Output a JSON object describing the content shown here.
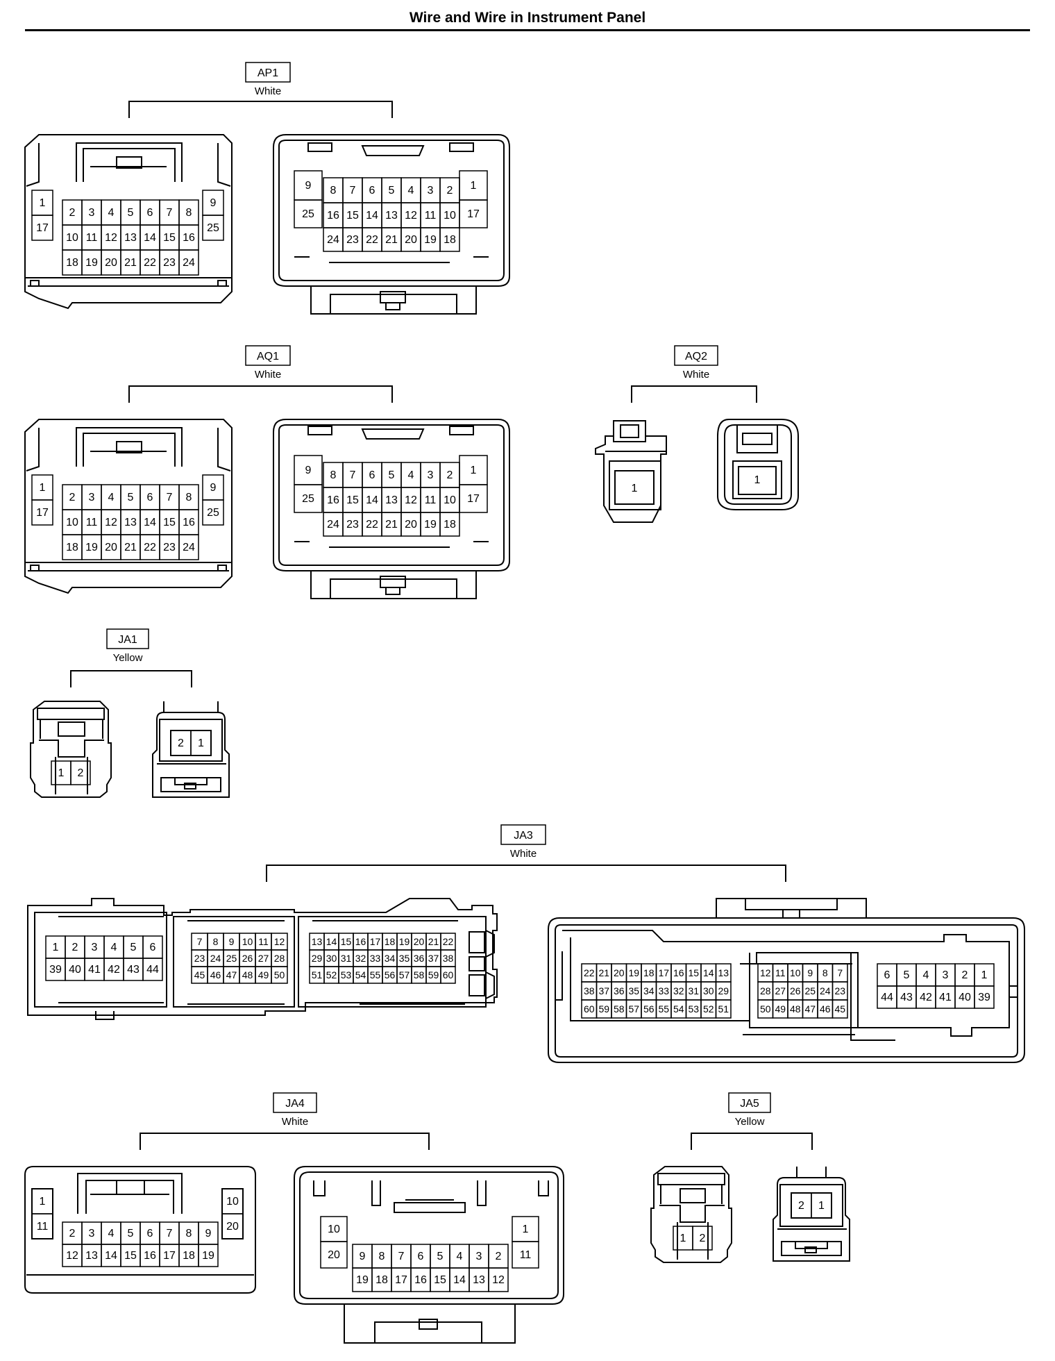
{
  "page": {
    "title": "Wire and Wire in Instrument Panel"
  },
  "connectors": [
    {
      "id": "AP1",
      "color": "White",
      "female": {
        "rows": [
          [
            "1",
            "2",
            "3",
            "4",
            "5",
            "6",
            "7",
            "8",
            "9"
          ],
          [
            "17",
            "10",
            "11",
            "12",
            "13",
            "14",
            "15",
            "16",
            "25"
          ],
          [
            "18",
            "19",
            "20",
            "21",
            "22",
            "23",
            "24"
          ]
        ]
      },
      "male": {
        "rows": [
          [
            "9",
            "8",
            "7",
            "6",
            "5",
            "4",
            "3",
            "2",
            "1"
          ],
          [
            "25",
            "16",
            "15",
            "14",
            "13",
            "12",
            "11",
            "10",
            "17"
          ],
          [
            "24",
            "23",
            "22",
            "21",
            "20",
            "19",
            "18"
          ]
        ]
      }
    },
    {
      "id": "AQ1",
      "color": "White",
      "female": {
        "rows": [
          [
            "1",
            "2",
            "3",
            "4",
            "5",
            "6",
            "7",
            "8",
            "9"
          ],
          [
            "17",
            "10",
            "11",
            "12",
            "13",
            "14",
            "15",
            "16",
            "25"
          ],
          [
            "18",
            "19",
            "20",
            "21",
            "22",
            "23",
            "24"
          ]
        ]
      },
      "male": {
        "rows": [
          [
            "9",
            "8",
            "7",
            "6",
            "5",
            "4",
            "3",
            "2",
            "1"
          ],
          [
            "25",
            "16",
            "15",
            "14",
            "13",
            "12",
            "11",
            "10",
            "17"
          ],
          [
            "24",
            "23",
            "22",
            "21",
            "20",
            "19",
            "18"
          ]
        ]
      }
    },
    {
      "id": "AQ2",
      "color": "White",
      "female": {
        "rows": [
          [
            "1"
          ]
        ]
      },
      "male": {
        "rows": [
          [
            "1"
          ]
        ]
      }
    },
    {
      "id": "JA1",
      "color": "Yellow",
      "female": {
        "rows": [
          [
            "1",
            "2"
          ]
        ]
      },
      "male": {
        "rows": [
          [
            "2",
            "1"
          ]
        ]
      }
    },
    {
      "id": "JA3",
      "color": "White",
      "female": {
        "groups": [
          [
            [
              "1",
              "2",
              "3",
              "4",
              "5",
              "6"
            ],
            [
              "39",
              "40",
              "41",
              "42",
              "43",
              "44"
            ]
          ],
          [
            [
              "7",
              "8",
              "9",
              "10",
              "11",
              "12"
            ],
            [
              "23",
              "24",
              "25",
              "26",
              "27",
              "28"
            ],
            [
              "45",
              "46",
              "47",
              "48",
              "49",
              "50"
            ]
          ],
          [
            [
              "13",
              "14",
              "15",
              "16",
              "17",
              "18",
              "19",
              "20",
              "21",
              "22"
            ],
            [
              "29",
              "30",
              "31",
              "32",
              "33",
              "34",
              "35",
              "36",
              "37",
              "38"
            ],
            [
              "51",
              "52",
              "53",
              "54",
              "55",
              "56",
              "57",
              "58",
              "59",
              "60"
            ]
          ]
        ]
      },
      "male": {
        "groups": [
          [
            [
              "22",
              "21",
              "20",
              "19",
              "18",
              "17",
              "16",
              "15",
              "14",
              "13"
            ],
            [
              "38",
              "37",
              "36",
              "35",
              "34",
              "33",
              "32",
              "31",
              "30",
              "29"
            ],
            [
              "60",
              "59",
              "58",
              "57",
              "56",
              "55",
              "54",
              "53",
              "52",
              "51"
            ]
          ],
          [
            [
              "12",
              "11",
              "10",
              "9",
              "8",
              "7"
            ],
            [
              "28",
              "27",
              "26",
              "25",
              "24",
              "23"
            ],
            [
              "50",
              "49",
              "48",
              "47",
              "46",
              "45"
            ]
          ],
          [
            [
              "6",
              "5",
              "4",
              "3",
              "2",
              "1"
            ],
            [
              "44",
              "43",
              "42",
              "41",
              "40",
              "39"
            ]
          ]
        ]
      }
    },
    {
      "id": "JA4",
      "color": "White",
      "female": {
        "rows": [
          [
            "1",
            "2",
            "3",
            "4",
            "5",
            "6",
            "7",
            "8",
            "9",
            "10"
          ],
          [
            "11",
            "12",
            "13",
            "14",
            "15",
            "16",
            "17",
            "18",
            "19",
            "20"
          ]
        ]
      },
      "male": {
        "rows": [
          [
            "10",
            "9",
            "8",
            "7",
            "6",
            "5",
            "4",
            "3",
            "2",
            "1"
          ],
          [
            "20",
            "19",
            "18",
            "17",
            "16",
            "15",
            "14",
            "13",
            "12",
            "11"
          ]
        ]
      }
    },
    {
      "id": "JA5",
      "color": "Yellow",
      "female": {
        "rows": [
          [
            "1",
            "2"
          ]
        ]
      },
      "male": {
        "rows": [
          [
            "2",
            "1"
          ]
        ]
      }
    }
  ]
}
